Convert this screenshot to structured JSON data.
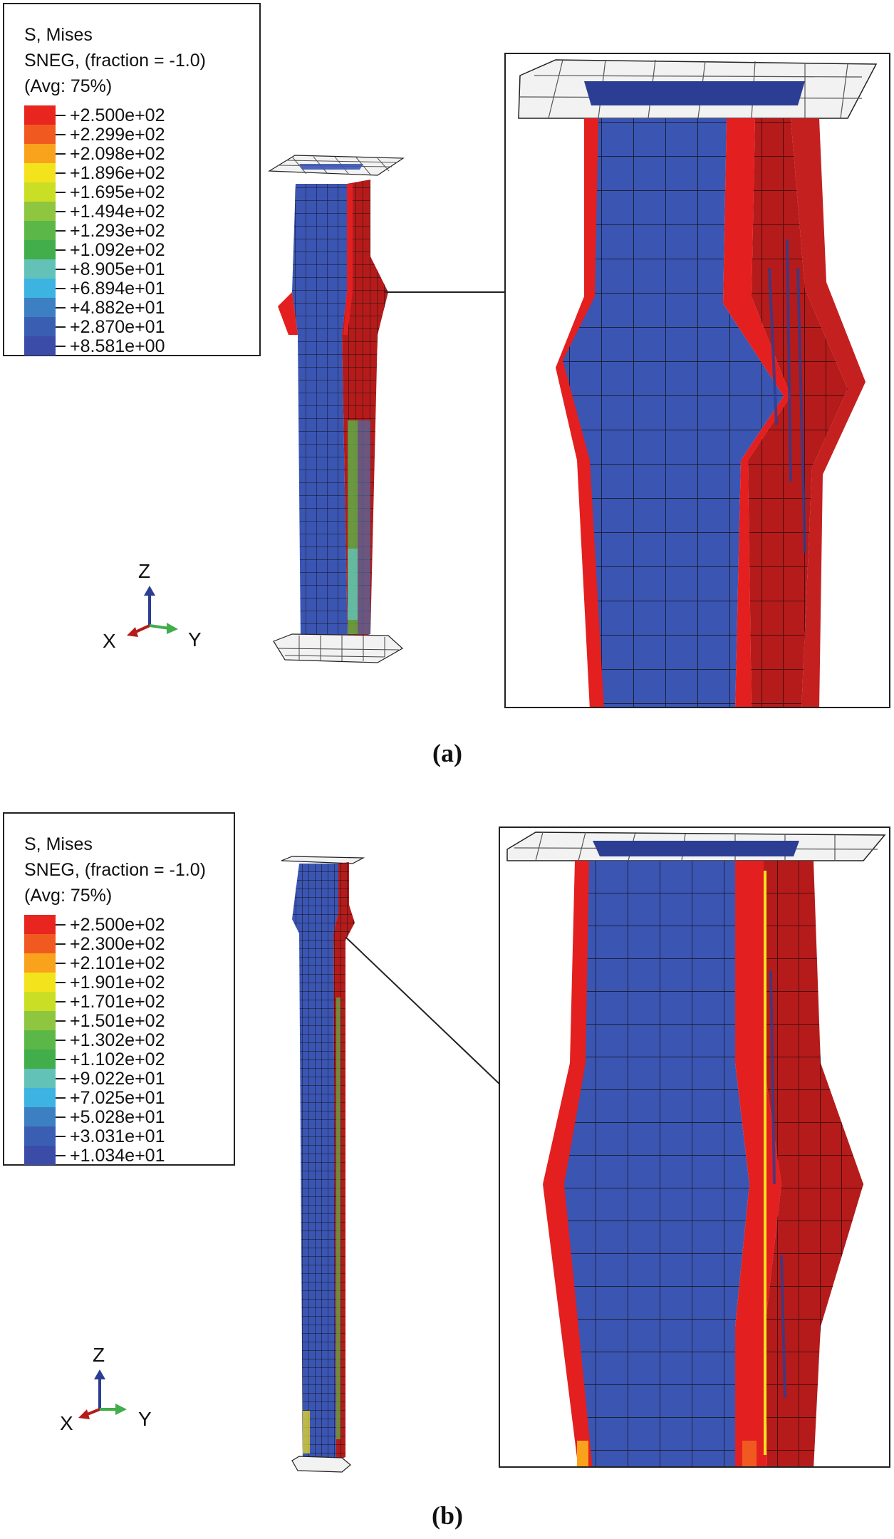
{
  "colors": {
    "red": "#e41f1f",
    "dark_red": "#b51b1b",
    "blue": "#3b55b3",
    "dark_blue": "#2b3e93",
    "plate": "#f2f2f2",
    "mesh_line": "#1a1a1a"
  },
  "panel_a": {
    "legend": {
      "title": "S, Mises",
      "subtitle": "SNEG, (fraction = -1.0)",
      "avg": "(Avg: 75%)",
      "values": [
        "+2.500e+02",
        "+2.299e+02",
        "+2.098e+02",
        "+1.896e+02",
        "+1.695e+02",
        "+1.494e+02",
        "+1.293e+02",
        "+1.092e+02",
        "+8.905e+01",
        "+6.894e+01",
        "+4.882e+01",
        "+2.870e+01",
        "+8.581e+00"
      ],
      "swatch_colors": [
        "#e8251e",
        "#f05a21",
        "#f9a21b",
        "#f3e31d",
        "#c9de24",
        "#8ec63f",
        "#5bb748",
        "#41ad4b",
        "#62c2b7",
        "#3cb3e0",
        "#3c7fc2",
        "#3a5fb2",
        "#3b4ba8"
      ]
    },
    "axes": {
      "z": "Z",
      "x": "X",
      "y": "Y"
    },
    "caption": "(a)"
  },
  "panel_b": {
    "legend": {
      "title": "S, Mises",
      "subtitle": "SNEG, (fraction = -1.0)",
      "avg": "(Avg: 75%)",
      "values": [
        "+2.500e+02",
        "+2.300e+02",
        "+2.101e+02",
        "+1.901e+02",
        "+1.701e+02",
        "+1.501e+02",
        "+1.302e+02",
        "+1.102e+02",
        "+9.022e+01",
        "+7.025e+01",
        "+5.028e+01",
        "+3.031e+01",
        "+1.034e+01"
      ],
      "swatch_colors": [
        "#e8251e",
        "#f05a21",
        "#f9a21b",
        "#f3e31d",
        "#c9de24",
        "#8ec63f",
        "#5bb748",
        "#41ad4b",
        "#62c2b7",
        "#3cb3e0",
        "#3c7fc2",
        "#3a5fb2",
        "#3b4ba8"
      ]
    },
    "axes": {
      "z": "Z",
      "x": "X",
      "y": "Y"
    },
    "caption": "(b)"
  }
}
